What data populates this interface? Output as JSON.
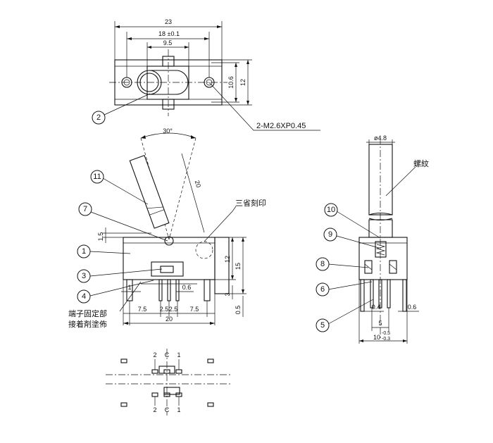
{
  "top_view": {
    "dim_overall_width": "23",
    "dim_hole_spacing": "18 ±0.1",
    "dim_slot_width": "9.5",
    "dim_inner_height": "10.6",
    "dim_outer_height": "12",
    "callout_2": "2",
    "screw_note": "2-M2.6XP0.45"
  },
  "front_view": {
    "dim_angle": "30°",
    "dim_lever_length": "20",
    "dim_lever_offset": "1.5",
    "dim_height_12": "12",
    "dim_height_15": "15",
    "dim_foot_3": "3",
    "dim_foot_05": "0.5",
    "dim_pin_1": "1",
    "dim_pin_06": "0.6",
    "dim_bottom_segments": [
      "7.5",
      "2.5",
      "2.5",
      "7.5"
    ],
    "dim_bottom_total": "20",
    "callouts": [
      "11",
      "7",
      "1",
      "3",
      "4"
    ],
    "note_stamp": "三省刻印",
    "note_terminal_line1": "端子固定部",
    "note_terminal_line2": "接着剤塗佈"
  },
  "side_view": {
    "dim_diameter": "ø4.8",
    "note_thread": "螺紋",
    "callouts": [
      "10",
      "9",
      "8",
      "6",
      "5"
    ],
    "dim_pin_04": "0.4",
    "dim_pin_06": "0.6",
    "dim_pitch_5": "5",
    "dim_width": "10",
    "dim_width_tol_upper": "-0.5",
    "dim_width_tol_lower": "-0.3"
  },
  "schematic": {
    "pins_top": [
      "2",
      "C",
      "1"
    ],
    "pins_bottom": [
      "2",
      "C",
      "1"
    ]
  }
}
